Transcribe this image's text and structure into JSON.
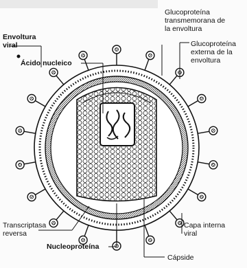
{
  "labels": {
    "envoltura_viral": "Envoltura\nviral",
    "acido_nucleico": "Ácido nucleico",
    "glicoproteina_transmembrana": "Glucoproteína\ntransmemorana de\nla envoltura",
    "glicoproteina_externa": "Glucoproteína\nexterna de la\nenvoltura",
    "transcriptasa_reversa": "Transcriptasa\nreversa",
    "capa_interna_viral": "Capa interna\nviral",
    "nucleoproteina": "Nucleoproteína",
    "capside": "Cápside"
  }
}
